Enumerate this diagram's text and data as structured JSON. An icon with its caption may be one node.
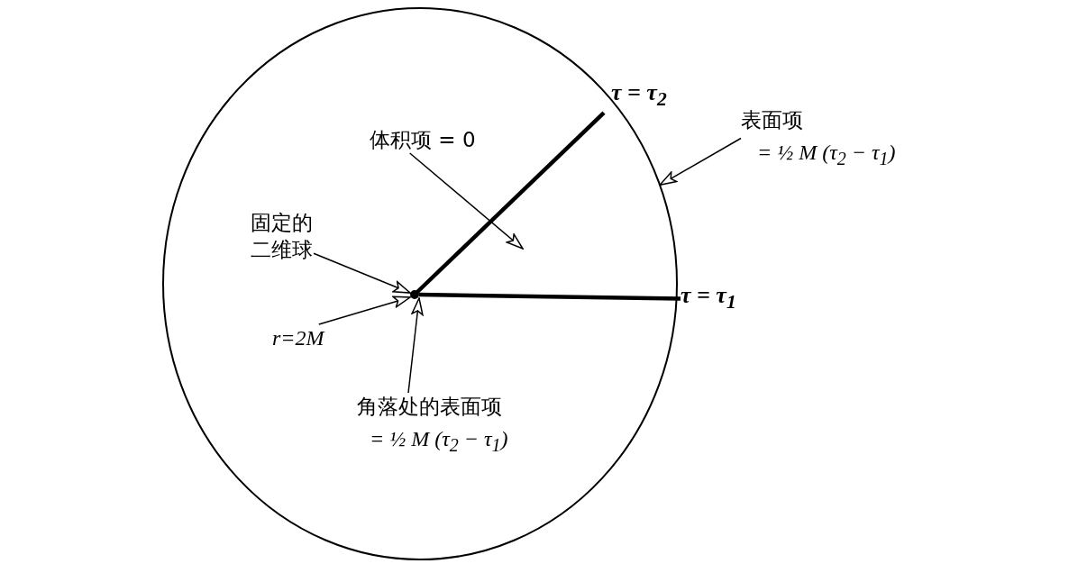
{
  "diagram": {
    "nodes": [
      {
        "text": [],
        "shape": "circle"
      },
      {
        "text": [],
        "shape": "circle",
        "in": 0
      },
      {
        "text": [
          "τ = τ$_{2}$"
        ]
      },
      {
        "text": [
          "τ = τ$_{1}$"
        ]
      },
      {
        "text": [
          "体积项 = 0"
        ],
        "in": 0
      },
      {
        "text": [
          "表面项",
          "= ½ M (τ$_{2}$ − τ$_{1}$)"
        ]
      },
      {
        "text": [
          "固定的二维球"
        ],
        "in": 0
      },
      {
        "text": [
          "r=2M"
        ],
        "in": 0
      },
      {
        "text": [
          "角落处的表面项",
          "= ½ M (τ$_{2}$ − τ$_{1}$)"
        ],
        "in": 0
      }
    ],
    "edges": [
      {
        "from": 1,
        "to": 2,
        "arrow": "none",
        "style": "thick"
      },
      {
        "from": 1,
        "to": 3,
        "arrow": "none",
        "style": "thick"
      },
      {
        "from": 4,
        "to": null,
        "arrow": "to"
      },
      {
        "from": 5,
        "to": 0,
        "arrow": "to"
      },
      {
        "from": 6,
        "to": 1,
        "arrow": "to"
      },
      {
        "from": 7,
        "to": 1,
        "arrow": "to"
      },
      {
        "from": 8,
        "to": 1,
        "arrow": "to"
      }
    ]
  }
}
